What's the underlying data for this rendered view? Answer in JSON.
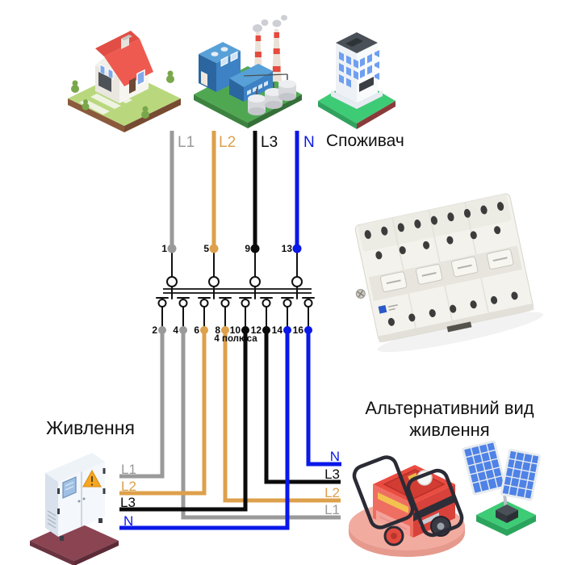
{
  "colors": {
    "l1": "#9a9a9a",
    "l2": "#dda04b",
    "l3": "#0b0b0b",
    "n": "#0a18e8"
  },
  "consumer": {
    "title": "Споживач",
    "wires": {
      "l1": "L1",
      "l2": "L2",
      "l3": "L3",
      "n": "N"
    },
    "terminals": {
      "t1": "1",
      "t5": "5",
      "t9": "9",
      "t13": "13"
    }
  },
  "switch": {
    "poles_label": "4 полюса",
    "terminals": {
      "t2": "2",
      "t4": "4",
      "t6": "6",
      "t8": "8",
      "t10": "10",
      "t12": "12",
      "t14": "14",
      "t16": "16"
    }
  },
  "mains": {
    "title": "Живлення",
    "wires": {
      "l1": "L1",
      "l2": "L2",
      "l3": "L3",
      "n": "N"
    }
  },
  "alternative": {
    "title_line1": "Альтернативний вид",
    "title_line2": "живлення",
    "wires": {
      "n": "N",
      "l3": "L3",
      "l2": "L2",
      "l1": "L1"
    }
  },
  "icons": {
    "house": "house-icon",
    "factory": "factory-icon",
    "office": "office-building-icon",
    "mains_cabinet": "power-cabinet-icon",
    "generator": "generator-icon",
    "solar": "solar-panel-icon",
    "switch_photo": "changeover-switch-photo"
  }
}
